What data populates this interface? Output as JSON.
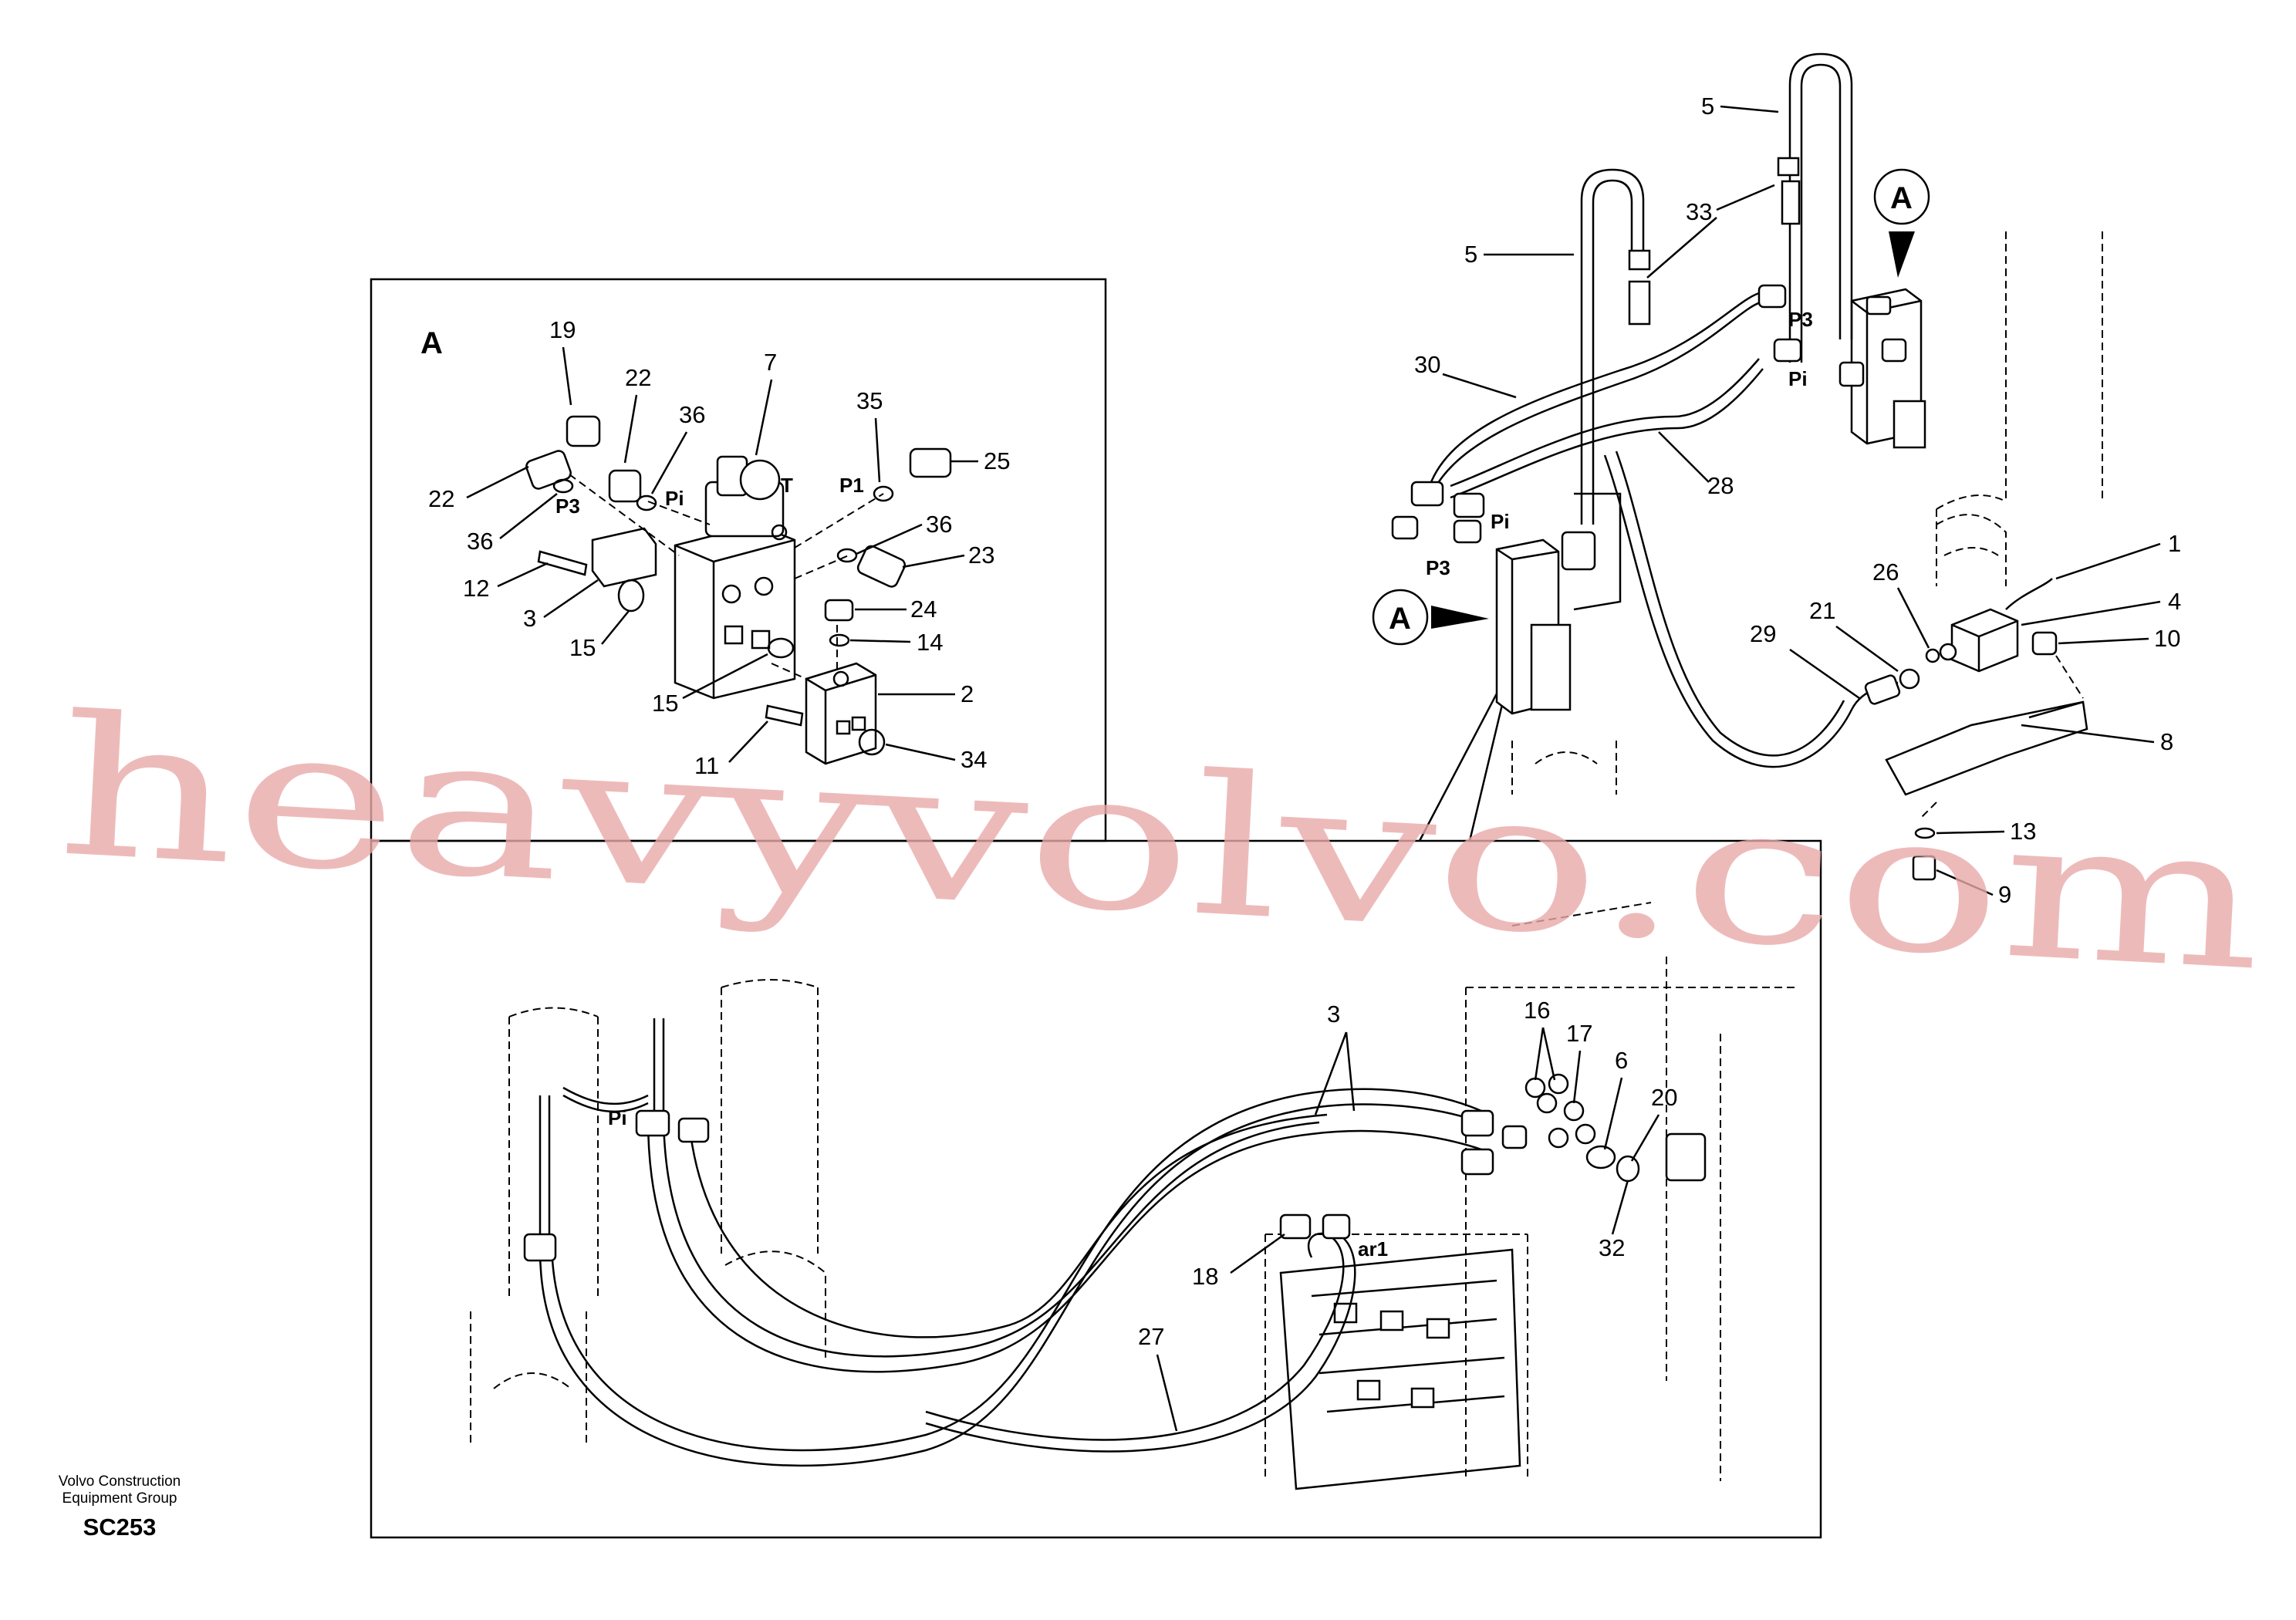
{
  "callouts": {
    "c1": "1",
    "c2": "2",
    "c3": "3",
    "c3b": "3",
    "c4": "4",
    "c5a": "5",
    "c5b": "5",
    "c6": "6",
    "c7": "7",
    "c8": "8",
    "c9": "9",
    "c10": "10",
    "c11": "11",
    "c12": "12",
    "c13": "13",
    "c14": "14",
    "c15a": "15",
    "c15b": "15",
    "c16": "16",
    "c17": "17",
    "c18": "18",
    "c19": "19",
    "c20": "20",
    "c21": "21",
    "c22a": "22",
    "c22b": "22",
    "c23": "23",
    "c24": "24",
    "c25": "25",
    "c26": "26",
    "c27": "27",
    "c28": "28",
    "c29": "29",
    "c30": "30",
    "c32": "32",
    "c33": "33",
    "c34": "34",
    "c35": "35",
    "c36a": "36",
    "c36b": "36"
  },
  "ports": {
    "p3_main_a": "P3",
    "pi_main_a": "Pi",
    "pi_main_b": "Pi",
    "p3_main_b": "P3",
    "p3_inset": "P3",
    "pi_inset": "Pi",
    "t_inset": "T",
    "p1_inset": "P1",
    "pi_lower": "Pi",
    "ar1": "ar1"
  },
  "detail_marker": {
    "letter_a": "A",
    "letter_b": "A",
    "inset_title": "A"
  },
  "watermark": "heavyvolvo.com",
  "credit": {
    "line1": "Volvo Construction",
    "line2": "Equipment Group",
    "code": "SC253"
  },
  "colors": {
    "line": "#000000",
    "watermark": "#e9a9a9",
    "background": "#ffffff"
  }
}
